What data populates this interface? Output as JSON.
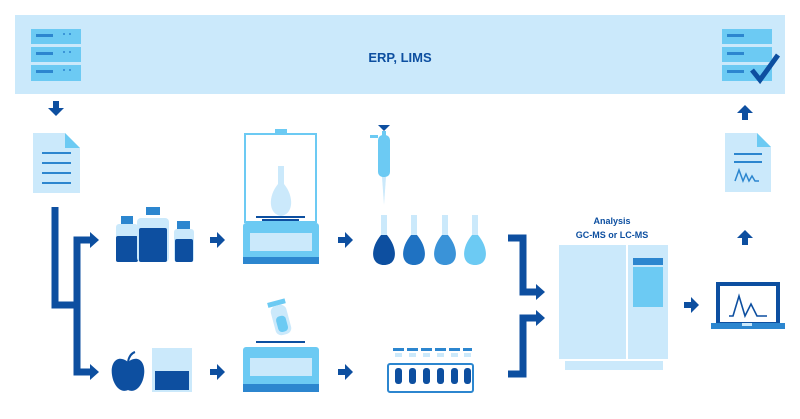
{
  "banner": {
    "title": "ERP, LIMS"
  },
  "analysis": {
    "line1": "Analysis",
    "line2": "GC-MS or LC-MS"
  },
  "colors": {
    "dark": "#0d4fa0",
    "mid": "#2c86cf",
    "light": "#6ccaf3",
    "pale": "#cde9fa",
    "banner": "#cbe9fb"
  }
}
